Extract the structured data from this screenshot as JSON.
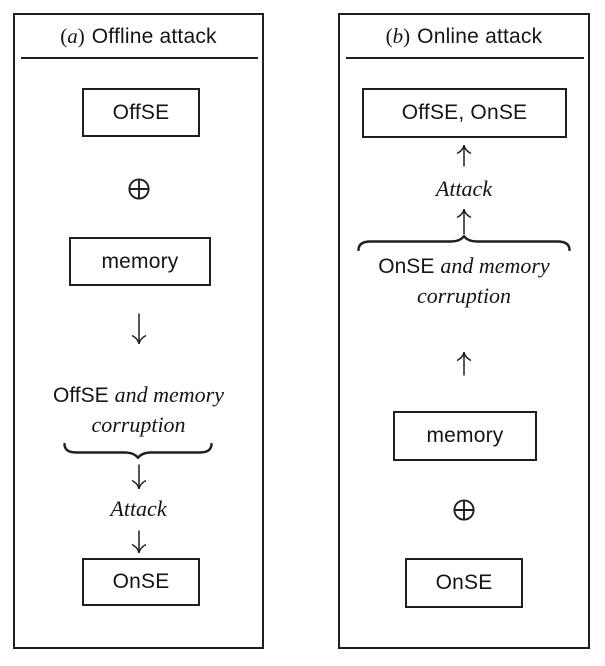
{
  "figure": {
    "symbols": {
      "paren_open": "(",
      "paren_close": ")",
      "xor": "⊕"
    },
    "panel_a": {
      "title_letter": "a",
      "title": "Offline attack",
      "box_top": "OffSE",
      "box_memory": "memory",
      "cond_sans": "OffSE",
      "cond_italic": "and memory",
      "cond_line2": "corruption",
      "attack": "Attack",
      "box_bottom": "OnSE",
      "flow_direction": "down"
    },
    "panel_b": {
      "title_letter": "b",
      "title": "Online attack",
      "box_result": "OffSE, OnSE",
      "attack": "Attack",
      "cond_sans": "OnSE",
      "cond_italic": "and memory",
      "cond_line2": "corruption",
      "box_memory": "memory",
      "box_bottom": "OnSE",
      "flow_direction": "up"
    }
  }
}
